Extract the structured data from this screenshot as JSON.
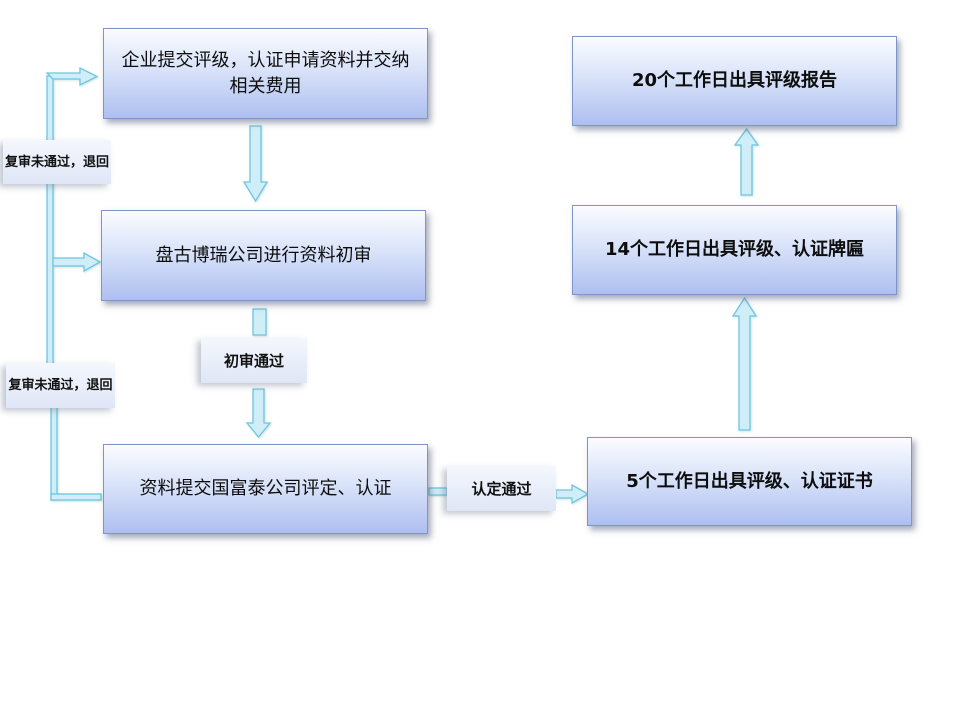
{
  "nodes": {
    "submit": "企业提交评级，认证申请资料并交纳相关费用",
    "review": "盘古博瑞公司进行资料初审",
    "evaluate": "资料提交国富泰公司评定、认证",
    "cert5": "5个工作日出具评级、认证证书",
    "plaque14": "14个工作日出具评级、认证牌匾",
    "report20": "20个工作日出具评级报告"
  },
  "labels": {
    "initial_pass": "初审通过",
    "cert_pass": "认定通过",
    "reject_top": "复审未通过，退回",
    "reject_bottom": "复审未通过，退回"
  },
  "colors": {
    "arrow_fill": "#cfeef8",
    "arrow_stroke": "#6fc5e0",
    "box_border": "#7d95c9"
  }
}
